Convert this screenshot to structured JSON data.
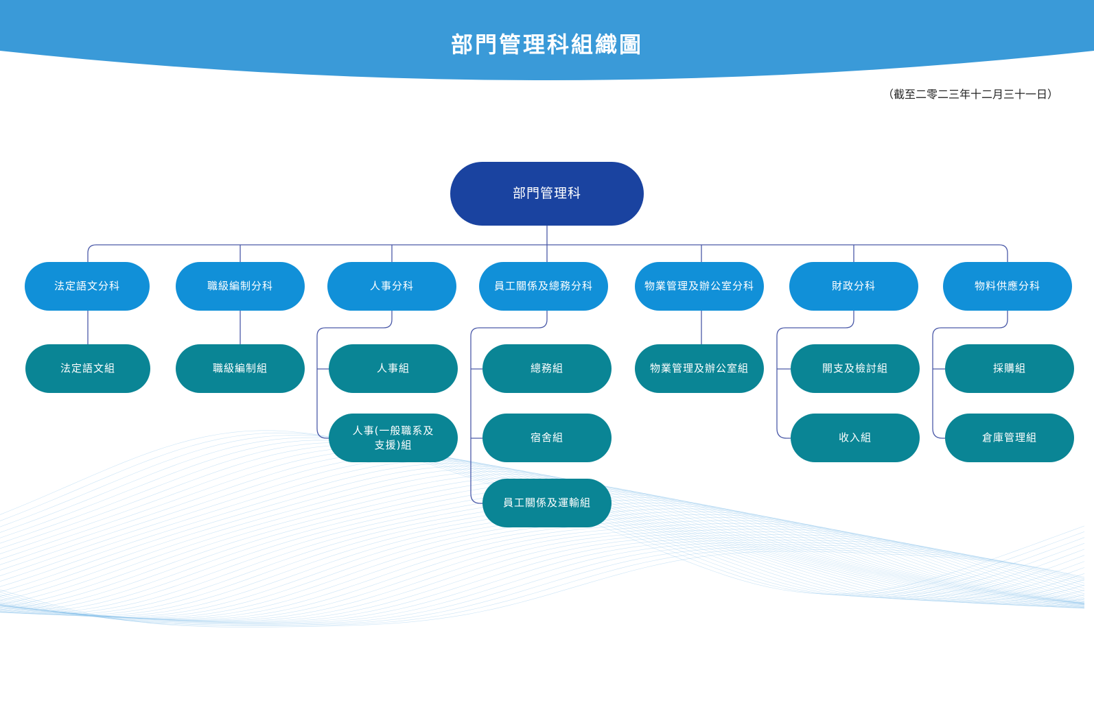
{
  "header": {
    "title": "部門管理科組織圖",
    "as_of": "（截至二零二三年十二月三十一日）"
  },
  "colors": {
    "banner": "#3a9ad8",
    "root": "#1a43a0",
    "division": "#1190d8",
    "unit": "#0a8595",
    "connector": "#4a59a8"
  },
  "org": {
    "root": "部門管理科",
    "divisions": [
      {
        "label": "法定語文分科",
        "units": [
          "法定語文組"
        ]
      },
      {
        "label": "職級編制分科",
        "units": [
          "職級編制組"
        ]
      },
      {
        "label": "人事分科",
        "units": [
          "人事組",
          "人事(一般職系及\n支援)組"
        ]
      },
      {
        "label": "員工關係及總務分科",
        "units": [
          "總務組",
          "宿舍組",
          "員工關係及運輸組"
        ]
      },
      {
        "label": "物業管理及辦公室分科",
        "units": [
          "物業管理及辦公室組"
        ]
      },
      {
        "label": "財政分科",
        "units": [
          "開支及檢討組",
          "收入組"
        ]
      },
      {
        "label": "物料供應分科",
        "units": [
          "採購組",
          "倉庫管理組"
        ]
      }
    ]
  }
}
